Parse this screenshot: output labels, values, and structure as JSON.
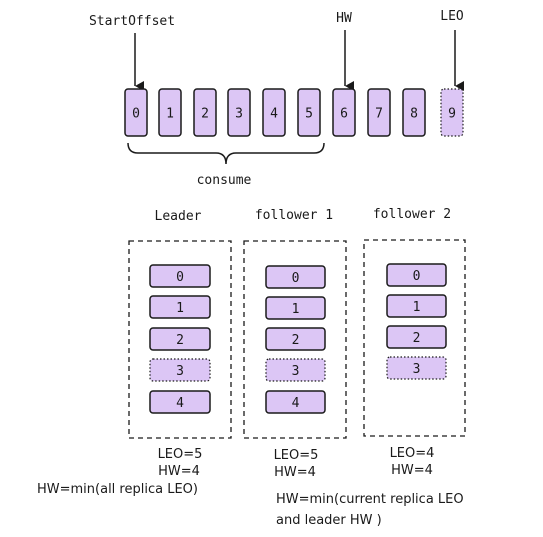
{
  "labels": {
    "start_offset": "StartOffset",
    "hw": "HW",
    "leo": "LEO",
    "consume": "consume"
  },
  "log": {
    "cells": [
      "0",
      "1",
      "2",
      "3",
      "4",
      "5",
      "6",
      "7",
      "8",
      "9"
    ],
    "uncommitted_index": 9
  },
  "replicas": [
    {
      "title": "Leader",
      "cells": [
        "0",
        "1",
        "2",
        "3",
        "4"
      ],
      "dotted_index": 3,
      "leo_text": "LEO=5",
      "hw_text": "HW=4",
      "note_lines": [
        "HW=min(all replica LEO)"
      ]
    },
    {
      "title": "follower 1",
      "cells": [
        "0",
        "1",
        "2",
        "3",
        "4"
      ],
      "dotted_index": 3,
      "leo_text": "LEO=5",
      "hw_text": "HW=4",
      "note_lines": [
        "HW=min(current  replica LEO",
        "and leader HW )"
      ]
    },
    {
      "title": "follower 2",
      "cells": [
        "0",
        "1",
        "2",
        "3"
      ],
      "dotted_index": 3,
      "leo_text": "LEO=4",
      "hw_text": "HW=4",
      "note_lines": []
    }
  ],
  "colors": {
    "cell_fill": "#dcc6f5",
    "cell_stroke": "#1a1a1a",
    "ink": "#1a1a1a"
  }
}
